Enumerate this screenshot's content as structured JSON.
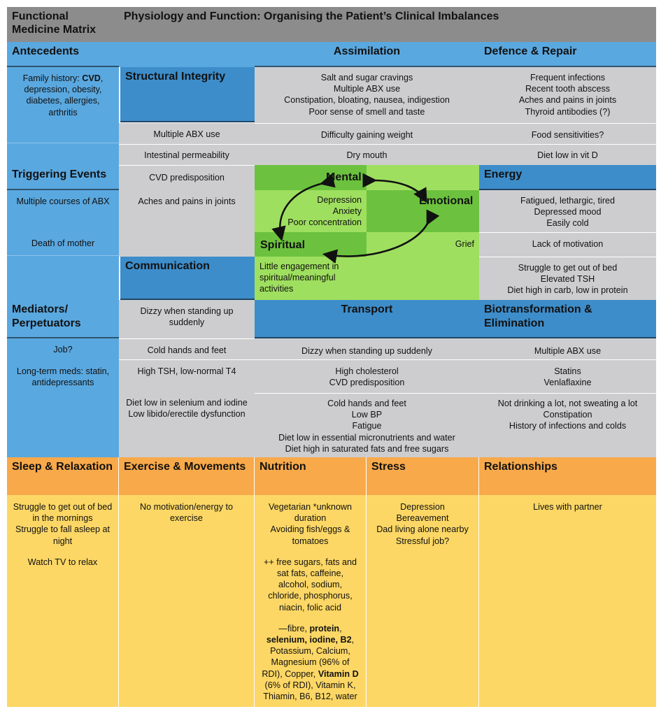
{
  "title_left": "Functional Medicine Matrix",
  "title_main": "Physiology and Function: Organising the Patient’s Clinical Imbalances",
  "sections": {
    "antecedents": {
      "title": "Antecedents",
      "family_history": [
        {
          "text": "Family history: ",
          "bold": false
        },
        {
          "text": "CVD",
          "bold": true
        },
        {
          "text": ", depression, obesity, diabetes, allergies, arthritis",
          "bold": false
        }
      ]
    },
    "triggering_events": {
      "title": "Triggering Events",
      "items": [
        "Multiple courses of ABX",
        "Death of mother"
      ]
    },
    "mediators": {
      "title": "Mediators/ Perpetuators",
      "items": [
        "Job?",
        "Long-term meds: statin, antidepressants"
      ]
    },
    "structural_integrity": {
      "title": "Structural Integrity",
      "items": [
        "Multiple ABX use",
        "Intestinal permeability",
        "CVD predisposition",
        "Aches and pains in joints"
      ]
    },
    "communication": {
      "title": "Communication",
      "items": [
        "Dizzy when standing up suddenly",
        "Cold hands and feet",
        "High TSH, low-normal T4",
        "Diet low in selenium and iodine",
        "Low libido/erectile dysfunction"
      ]
    },
    "assimilation": {
      "title": "Assimilation",
      "items": [
        "Salt and sugar cravings",
        "Multiple ABX use",
        "Constipation, bloating, nausea, indigestion",
        "Poor sense of smell and taste",
        "Difficulty gaining weight",
        "Dry mouth"
      ]
    },
    "defence_repair": {
      "title": "Defence & Repair",
      "items": [
        "Frequent infections",
        "Recent tooth abscess",
        "Aches and pains in joints",
        "Thyroid antibodies (?)",
        "Food sensitivities?",
        "Diet low in vit D"
      ]
    },
    "mind": {
      "mental": "Mental",
      "emotional": "Emotional",
      "spiritual": "Spiritual",
      "mental_items": [
        "Depression",
        "Anxiety",
        "Poor concentration"
      ],
      "emotional_items": [
        "Grief"
      ],
      "spiritual_items": [
        "Little engagement in spiritual/meaningful activities"
      ]
    },
    "energy": {
      "title": "Energy",
      "items": [
        "Fatigued, lethargic, tired",
        "Depressed mood",
        "Easily cold",
        "Lack of motivation",
        "Struggle to get out of bed",
        "Elevated TSH",
        "Diet high in carb, low in protein"
      ]
    },
    "transport": {
      "title": "Transport",
      "items": [
        "Dizzy when standing up suddenly",
        "High cholesterol",
        "CVD predisposition",
        "Cold hands and feet",
        "Low BP",
        "Fatigue",
        "Diet low in essential micronutrients and water",
        "Diet high in saturated fats and free sugars"
      ]
    },
    "biotransformation": {
      "title": "Biotransformation & Elimination",
      "items": [
        "Multiple ABX use",
        "Statins",
        "Venlaflaxine",
        "Not drinking a lot, not sweating a lot",
        "Constipation",
        "History of infections and colds"
      ]
    },
    "sleep": {
      "title": "Sleep & Relaxation",
      "items": [
        "Struggle to get out of bed in the mornings",
        "Struggle to fall asleep at night",
        "Watch TV to relax"
      ]
    },
    "exercise": {
      "title": "Exercise & Movements",
      "items": [
        "No motivation/energy to exercise"
      ]
    },
    "nutrition": {
      "title": "Nutrition",
      "items": [
        "Vegetarian *unknown duration",
        "Avoiding fish/eggs & tomatoes",
        "++ free sugars, fats and sat fats, caffeine, alcohol, sodium, chloride, phosphorus, niacin, folic acid"
      ],
      "deficits": [
        {
          "text": "—fibre, ",
          "bold": false
        },
        {
          "text": "protein",
          "bold": true
        },
        {
          "text": ", ",
          "bold": false
        },
        {
          "text": "selenium, iodine, B2",
          "bold": true
        },
        {
          "text": ", Potassium, Calcium, Magnesium (96% of RDI), Copper, ",
          "bold": false
        },
        {
          "text": "Vitamin D",
          "bold": true
        },
        {
          "text": " (6% of RDI), Vitamin K, Thiamin, B6, B12, water",
          "bold": false
        }
      ]
    },
    "stress": {
      "title": "Stress",
      "items": [
        "Depression",
        "Bereavement",
        "Dad living alone nearby",
        "Stressful job?"
      ]
    },
    "relationships": {
      "title": "Relationships",
      "items": [
        "Lives with partner"
      ]
    }
  },
  "colors": {
    "grey": "#cdcdcf",
    "dark_grey": "#8c8c8c",
    "blue": "#5aa8e0",
    "blue_dark": "#3d8dca",
    "green_light": "#9fdf5f",
    "green_dark": "#6cc23e",
    "orange": "#f8a94a",
    "yellow": "#fcd765"
  }
}
